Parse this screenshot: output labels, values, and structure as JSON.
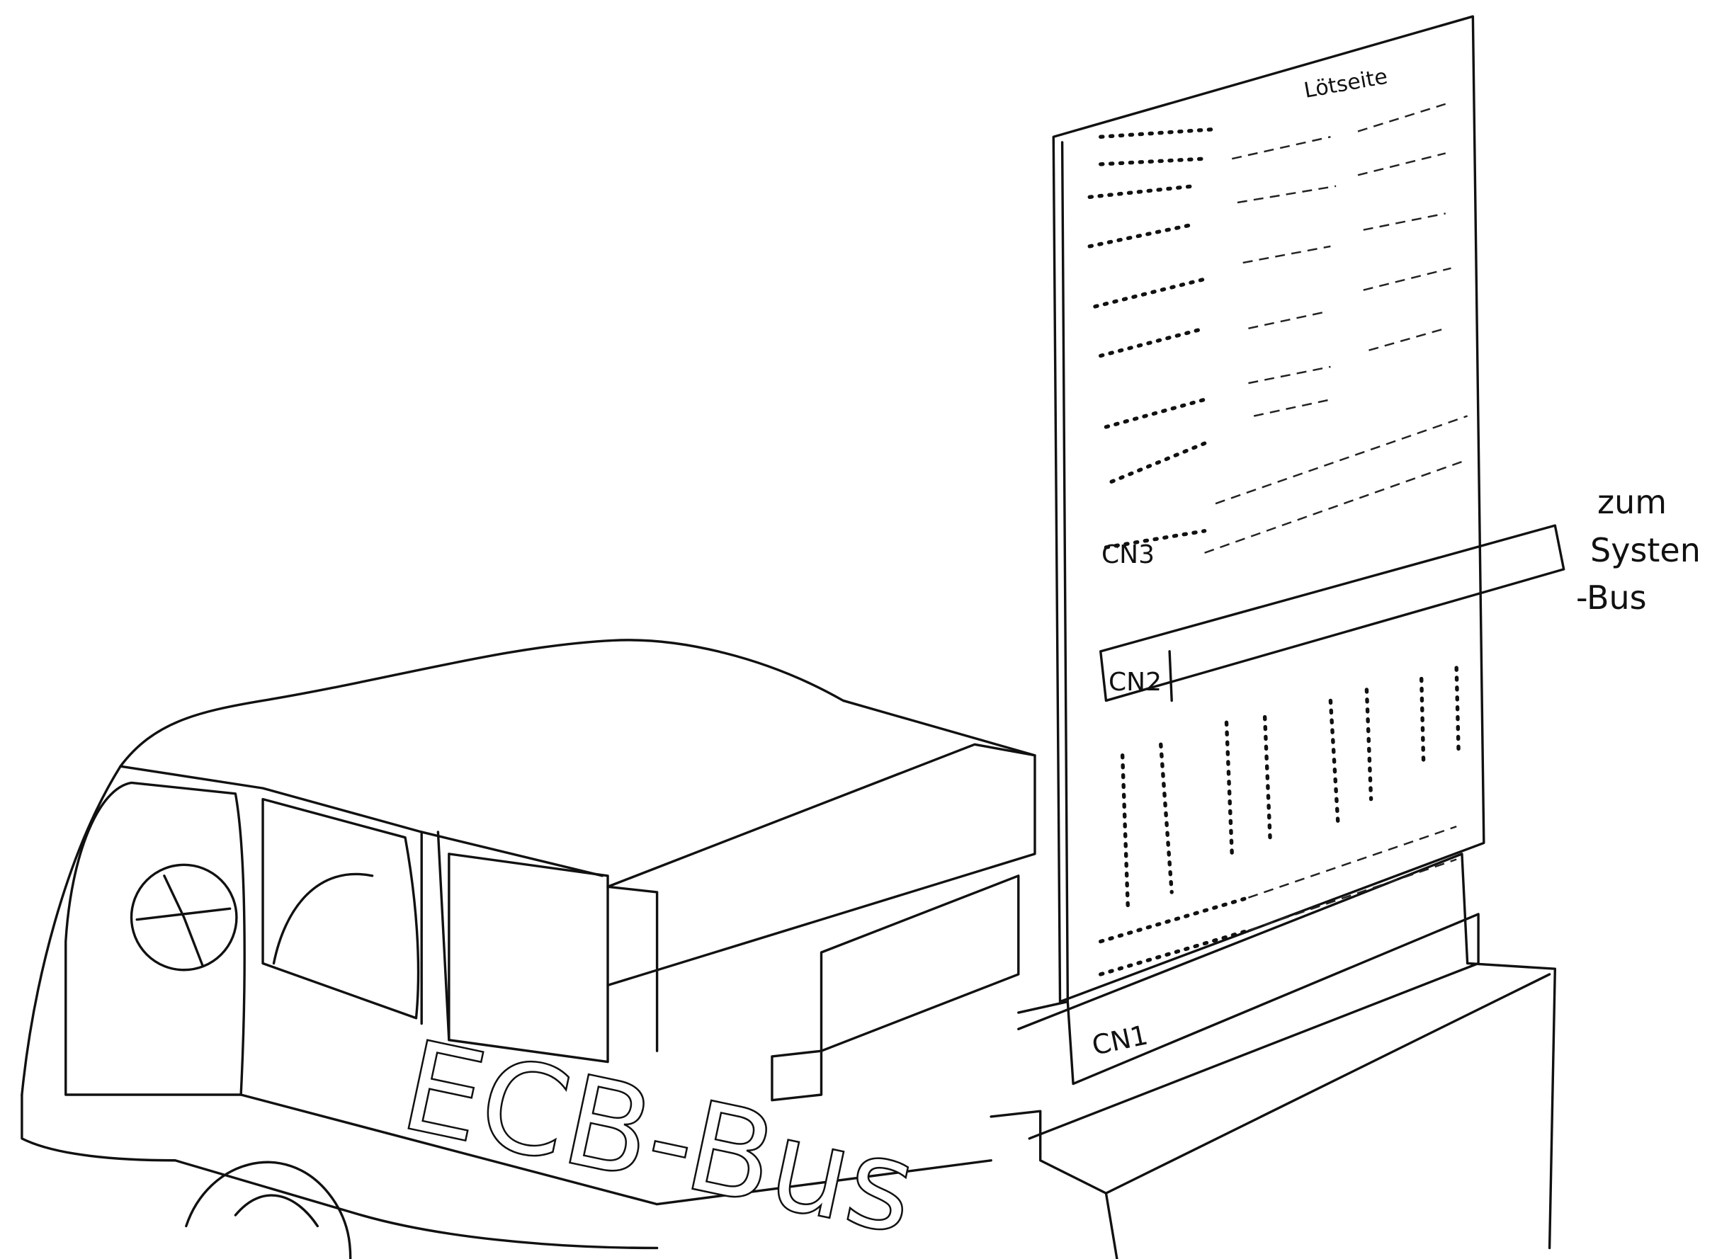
{
  "labels": {
    "solder_side": "Lötseite",
    "to_system_bus_line1": "zum",
    "to_system_bus_line2": "Systen",
    "to_system_bus_line3": "-Bus",
    "connector_cn1": "CN1",
    "connector_cn2": "CN2",
    "connector_cn3": "CN3",
    "truck_title": "ECB-Bus"
  }
}
